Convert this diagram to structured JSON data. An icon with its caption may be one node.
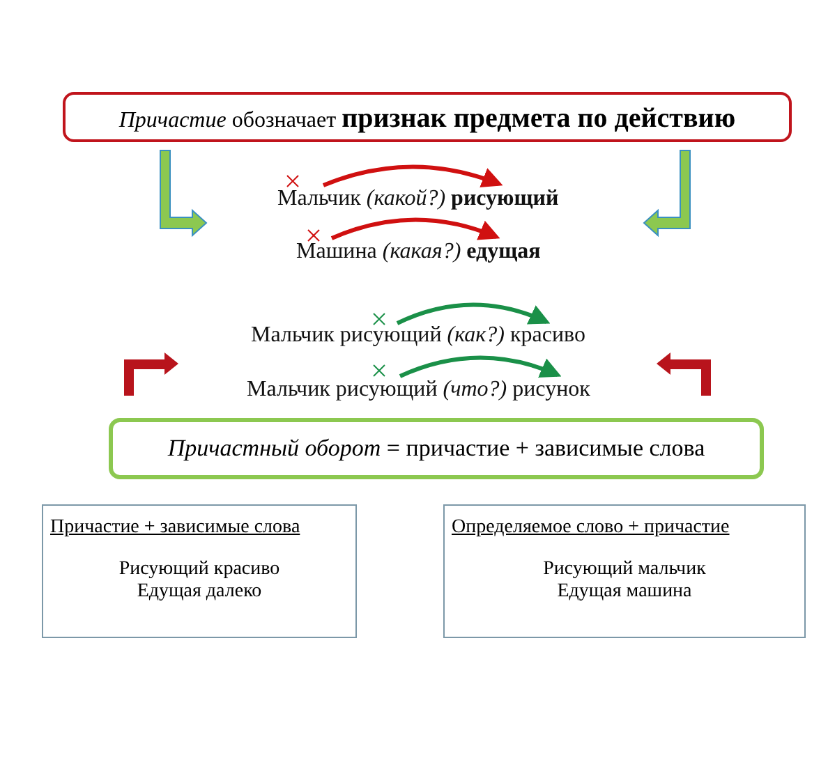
{
  "diagram": {
    "nodes": [
      {
        "text": [
          "*Причастие* обозначает **признак предмета по действию**"
        ]
      },
      {
        "text": [
          "*Причастный оборот* = причастие + зависимые слова"
        ]
      },
      {
        "text": [
          "Причастие + зависимые слова",
          "Рисующий красиво",
          "Едущая далеко"
        ]
      },
      {
        "text": [
          "Определяемое слово + причастие",
          "Рисующий мальчик",
          "Едущая машина"
        ]
      }
    ],
    "edges": [],
    "labels": [
      "Мальчик *(какой?)* **рисующий**",
      "Машина *(какая?)* **едущая**",
      "Мальчик рисующий *(как?)* красиво",
      "Мальчик рисующий *(что?)* рисунок"
    ]
  }
}
